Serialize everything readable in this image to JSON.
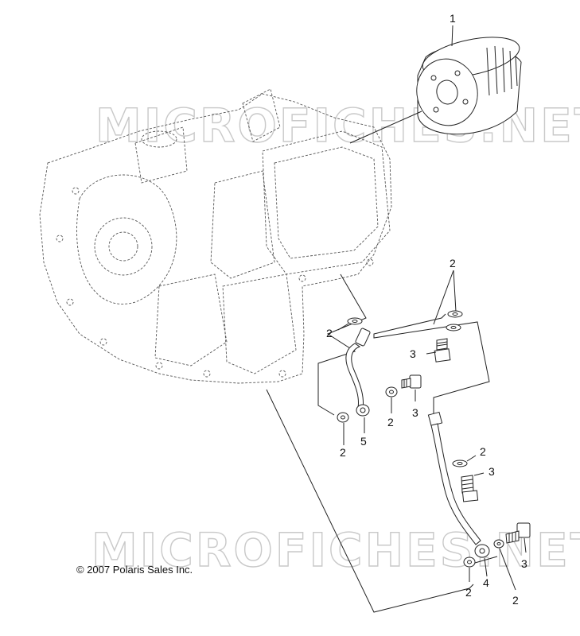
{
  "watermark": "MICROFICHES.NET",
  "copyright": "© 2007 Polaris Sales Inc.",
  "callouts": {
    "filter": "1",
    "washer_top_a": "2",
    "washer_top_b": "2",
    "washer_left_mid": "2",
    "bolt_upper": "3",
    "washer_mid": "2",
    "bolt_mid": "3",
    "washer_left_low": "2",
    "fitting_left": "5",
    "washer_right": "2",
    "bolt_right": "3",
    "washer_bottom": "2",
    "fitting_bottom": "4",
    "washer_far_right": "2",
    "bolt_far_right": "3"
  }
}
